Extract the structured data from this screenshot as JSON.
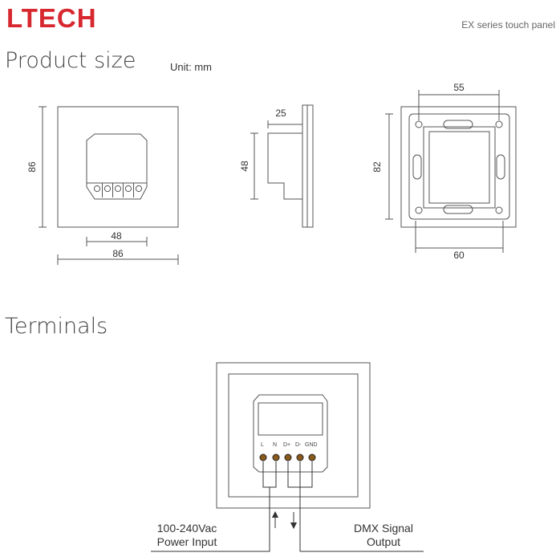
{
  "header": {
    "brand": "LTECH",
    "brand_color": "#d7282f",
    "subtitle": "EX series touch panel"
  },
  "product_size": {
    "title": "Product size",
    "unit": "Unit: mm",
    "front": {
      "height": "86",
      "inner_width": "48",
      "width": "86"
    },
    "side": {
      "depth": "25",
      "height": "48"
    },
    "back": {
      "top_width": "55",
      "height": "82",
      "bottom_width": "60"
    }
  },
  "terminals": {
    "title": "Terminals",
    "labels": [
      "L",
      "N",
      "D+",
      "D-",
      "GND"
    ],
    "power": {
      "line1": "100-240Vac",
      "line2": "Power Input"
    },
    "dmx": {
      "line1": "DMX Signal",
      "line2": "Output"
    }
  }
}
